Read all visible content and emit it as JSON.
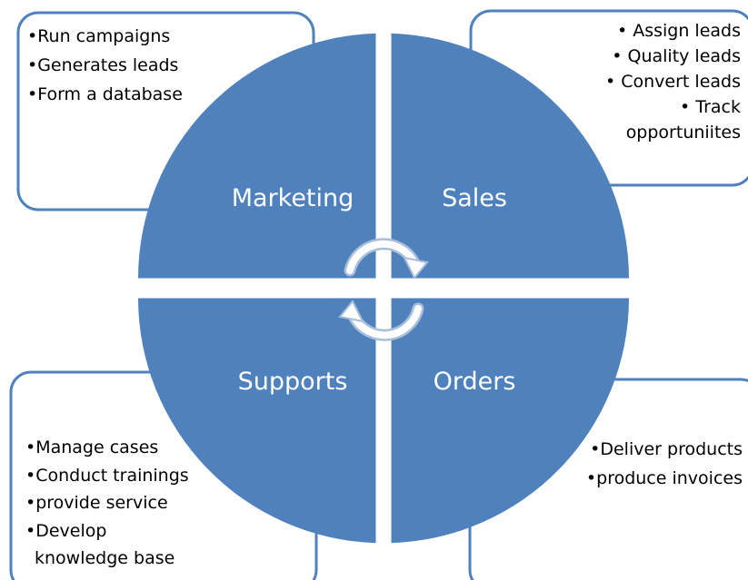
{
  "colors": {
    "quadrant_fill": "#4F81BD",
    "box_stroke": "#4F81BD",
    "label_text": "#FFFFFF",
    "arrow": "#FFFFFF"
  },
  "quadrants": {
    "marketing": {
      "label": "Marketing",
      "items": [
        "•Run campaigns",
        "•Generates leads",
        "•Form a database"
      ]
    },
    "sales": {
      "label": "Sales",
      "items": [
        "• Assign leads",
        "• Quality leads",
        "• Convert leads",
        "• Track",
        "opportuniites"
      ]
    },
    "supports": {
      "label": "Supports",
      "items": [
        "•Manage cases",
        "•Conduct trainings",
        "•provide service",
        "•Develop",
        "knowledge base"
      ]
    },
    "orders": {
      "label": "Orders",
      "items": [
        "•Deliver products",
        "•produce invoices"
      ]
    }
  },
  "center_icon": "circular-arrows-icon"
}
